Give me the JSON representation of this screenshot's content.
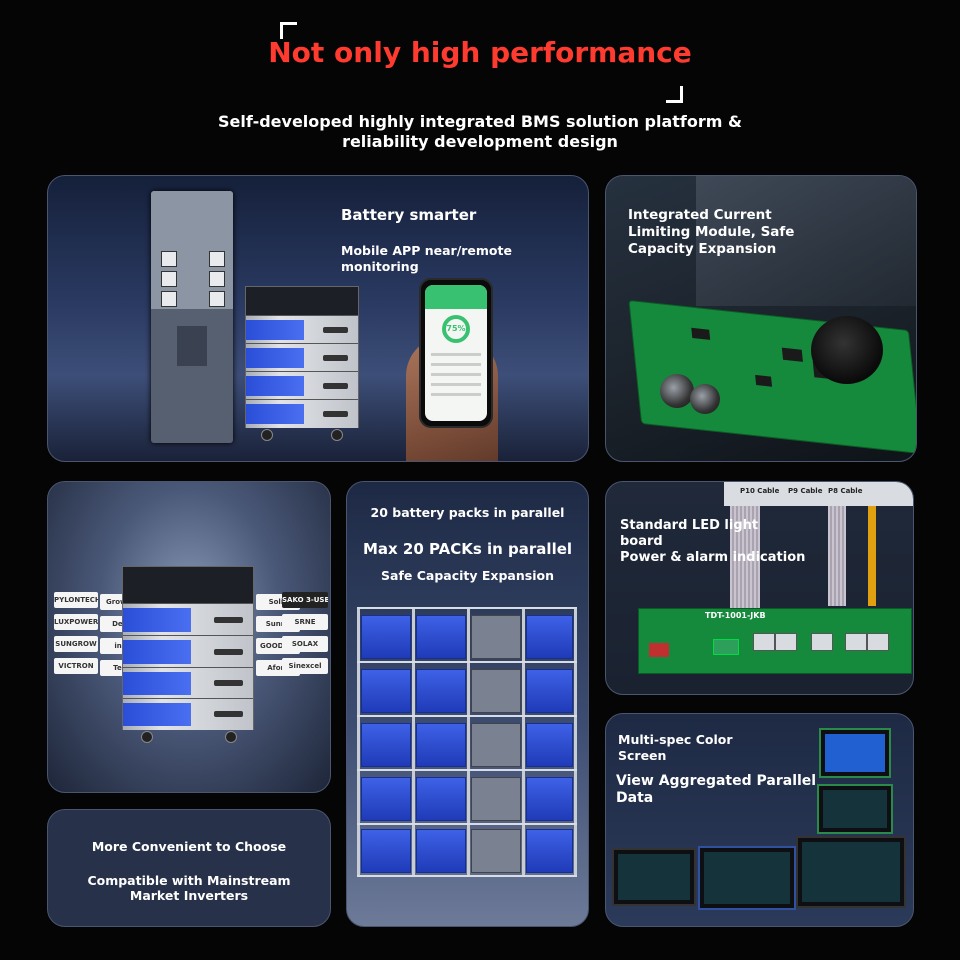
{
  "header": {
    "title": "Not only high performance",
    "subtitle_line1": "Self-developed highly integrated BMS solution platform &",
    "subtitle_line2": "reliability development design"
  },
  "colors": {
    "accent": "#ff3b2f",
    "card_border": "#4a5670",
    "pcb_green": "#168a3c",
    "battery_blue": "#2b4ed8"
  },
  "cards": {
    "battery_smarter": {
      "title": "Battery smarter",
      "subtitle": "Mobile APP near/remote monitoring",
      "phone_percent": "75%"
    },
    "current_limiting": {
      "line1": "Integrated Current",
      "line2": "Limiting Module, Safe",
      "line3": "Capacity Expansion"
    },
    "parallel": {
      "line1": "20 battery packs in parallel",
      "line2": "Max 20 PACKs in parallel",
      "line3": "Safe Capacity Expansion"
    },
    "led_board": {
      "line1": "Standard LED light",
      "line2": "board",
      "line3": "Power & alarm indication",
      "board_label": "TDT-1001-JKB",
      "cable1": "P10 Cable",
      "cable2": "P9 Cable",
      "cable3": "P8 Cable"
    },
    "inverters": {
      "line1": "More Convenient to Choose",
      "line2": "Compatible with Mainstream",
      "line3": "Market Inverters"
    },
    "color_screen": {
      "line1": "Multi-spec Color",
      "line2": "Screen",
      "line3": "View Aggregated Parallel",
      "line4": "Data"
    }
  },
  "inverter_logos": {
    "left": [
      "PYLONTECH",
      "Growatt",
      "LUXPOWER",
      "Deye",
      "SUNGROW",
      "invt",
      "VICTRON",
      "Tech"
    ],
    "right": [
      "Solis",
      "SAKO 3-USB",
      "Sunny",
      "SRNE",
      "GOODWE",
      "SOLAX",
      "Afore",
      "Sinexcel"
    ]
  }
}
